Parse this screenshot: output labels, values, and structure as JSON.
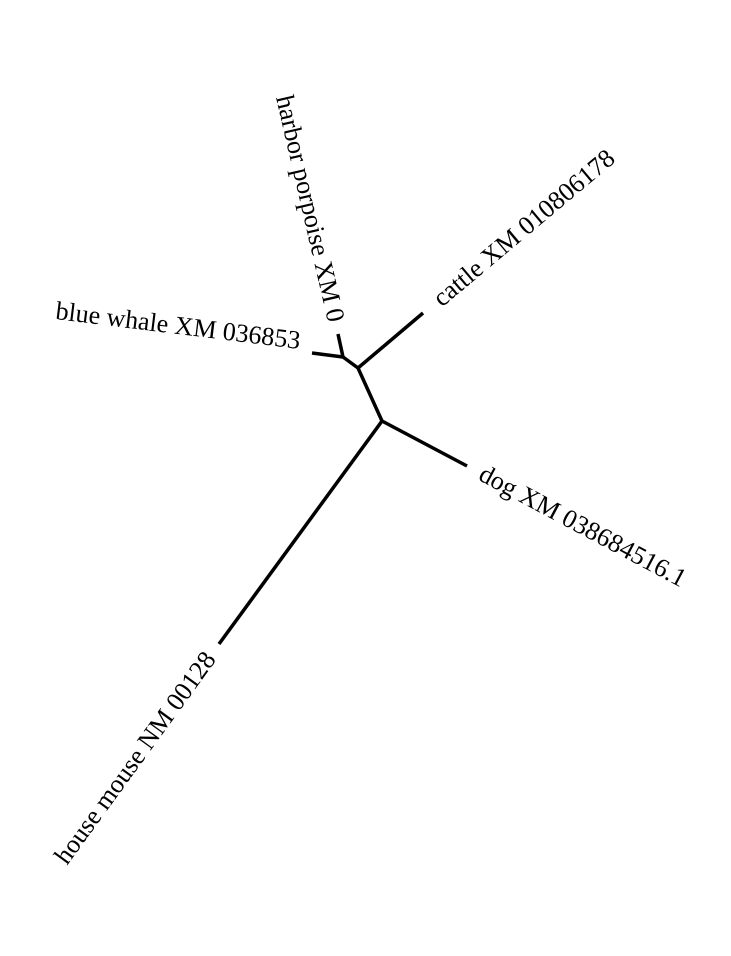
{
  "tree": {
    "tips": [
      {
        "id": "harbor-porpoise",
        "label": "harbor porpoise XM 0"
      },
      {
        "id": "cattle",
        "label": "cattle XM 010806178"
      },
      {
        "id": "blue-whale",
        "label": "blue whale XM 036853"
      },
      {
        "id": "dog",
        "label": "dog XM 038684516.1"
      },
      {
        "id": "house-mouse",
        "label": "house mouse NM 00128"
      }
    ],
    "line_color": "#000000"
  }
}
